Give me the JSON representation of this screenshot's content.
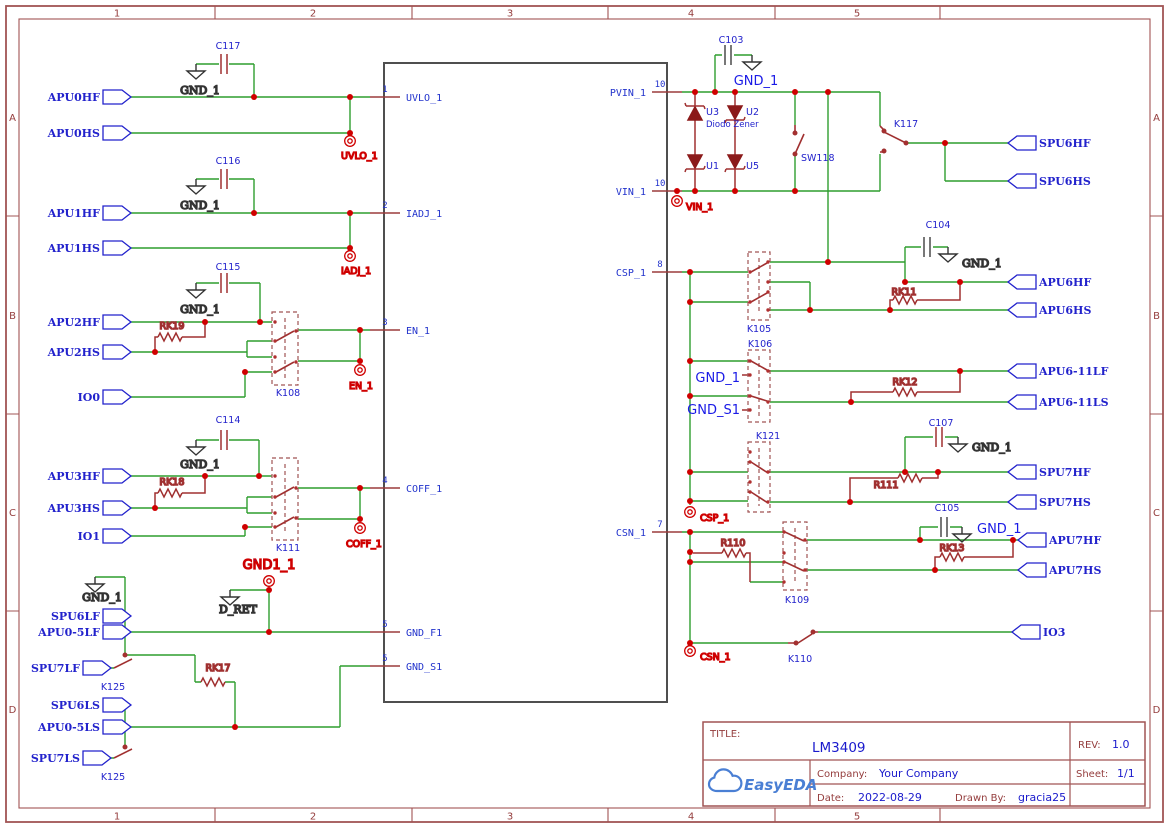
{
  "sheet": {
    "columns": [
      "1",
      "2",
      "3",
      "4",
      "5"
    ],
    "rows": [
      "A",
      "B",
      "C",
      "D"
    ]
  },
  "chip": {
    "left_pins": [
      {
        "num": "1",
        "name": "UVLO_1"
      },
      {
        "num": "2",
        "name": "IADJ_1"
      },
      {
        "num": "3",
        "name": "EN_1"
      },
      {
        "num": "4",
        "name": "COFF_1"
      },
      {
        "num": "5",
        "name": "GND_F1"
      },
      {
        "num": "5",
        "name": "GND_S1"
      }
    ],
    "right_pins": [
      {
        "num": "10",
        "name": "PVIN_1"
      },
      {
        "num": "10",
        "name": "VIN_1"
      },
      {
        "num": "8",
        "name": "CSP_1"
      },
      {
        "num": "7",
        "name": "CSN_1"
      }
    ]
  },
  "ports": {
    "apu0hf": "APU0HF",
    "apu0hs": "APU0HS",
    "apu1hf": "APU1HF",
    "apu1hs": "APU1HS",
    "apu2hf": "APU2HF",
    "apu2hs": "APU2HS",
    "io0": "IO0",
    "apu3hf": "APU3HF",
    "apu3hs": "APU3HS",
    "io1": "IO1",
    "spu6lf": "SPU6LF",
    "apu0_5lf": "APU0-5LF",
    "spu7lf": "SPU7LF",
    "spu6ls": "SPU6LS",
    "apu0_5ls": "APU0-5LS",
    "spu7ls": "SPU7LS",
    "spu6hf": "SPU6HF",
    "spu6hs": "SPU6HS",
    "apu6hf": "APU6HF",
    "apu6hs": "APU6HS",
    "apu6_11lf": "APU6-11LF",
    "apu6_11ls": "APU6-11LS",
    "spu7hf": "SPU7HF",
    "spu7hs": "SPU7HS",
    "apu7hf": "APU7HF",
    "apu7hs": "APU7HS",
    "io3": "IO3"
  },
  "refs": {
    "c117": "C117",
    "c116": "C116",
    "c115": "C115",
    "c114": "C114",
    "c103": "C103",
    "c104": "C104",
    "c105": "C105",
    "c107": "C107",
    "rk19": "RK19",
    "rk18": "RK18",
    "rk17": "RK17",
    "rk11": "RK11",
    "rk12": "RK12",
    "rk13": "RK13",
    "r110": "R110",
    "r111": "R111",
    "k108": "K108",
    "k111": "K111",
    "k125": "K125",
    "k117": "K117",
    "k105": "K105",
    "k106": "K106",
    "k121": "K121",
    "k109": "K109",
    "k110": "K110",
    "sw118": "SW118",
    "u1": "U1",
    "u2": "U2",
    "u3": "U3",
    "u5": "U5",
    "zener_note": "Diodo Zener"
  },
  "test_points": {
    "uvlo": "UVLO_1",
    "iadj": "IADJ_1",
    "en": "EN_1",
    "coff": "COFF_1",
    "gnd1": "GND1_1",
    "vin": "VIN_1",
    "csp": "CSP_1",
    "csn": "CSN_1"
  },
  "grounds": {
    "gnd": "GND_1",
    "d_ret": "D_RET"
  },
  "net_labels": {
    "gnd": "GND_1",
    "gnd_s1": "GND_S1"
  },
  "title_block": {
    "title_label": "TITLE:",
    "title": "LM3409",
    "rev_label": "REV:",
    "rev": "1.0",
    "company_label": "Company:",
    "company": "Your Company",
    "sheet_label": "Sheet:",
    "sheet": "1/1",
    "date_label": "Date:",
    "date": "2022-08-29",
    "drawn_by_label": "Drawn By:",
    "drawn_by": "gracia25",
    "logo": "EasyEDA"
  },
  "colors": {
    "wire_green": "#2f9e2f",
    "component_red": "#a03030",
    "label_blue": "#2222cc",
    "net_label_blue": "#1a1ae6",
    "frame_red": "#a15454",
    "junction_red": "#cf0000",
    "logo_blue": "#4a7fd4",
    "ground_black": "#222222",
    "chip_outline": "#4f4f4f"
  }
}
